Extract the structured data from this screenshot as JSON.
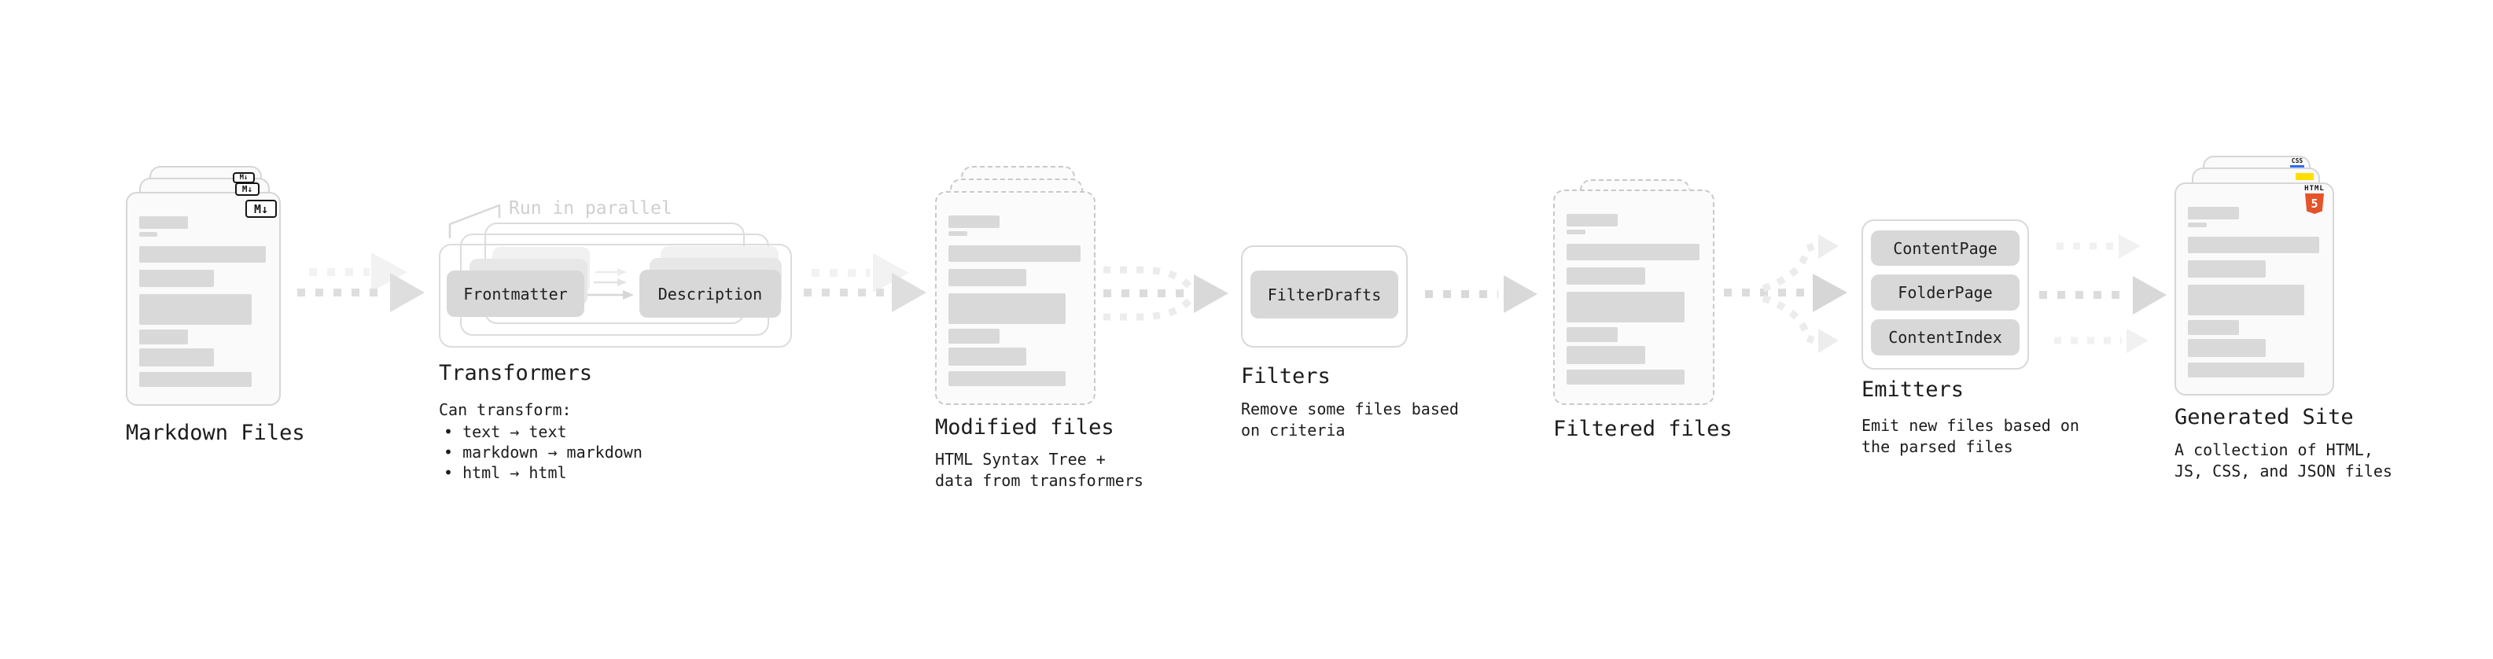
{
  "stages": {
    "markdown_files": {
      "label": "Markdown Files",
      "badge": "M↓"
    },
    "transformers": {
      "label": "Transformers",
      "annotation": "Run in parallel",
      "nodes": [
        "Frontmatter",
        "Description"
      ],
      "caption_title": "Can transform:",
      "bullets": [
        "• text → text",
        "• markdown → markdown",
        "• html → html"
      ]
    },
    "modified_files": {
      "label": "Modified files",
      "caption_line1": "HTML Syntax Tree +",
      "caption_line2": "data from transformers"
    },
    "filters": {
      "label": "Filters",
      "node": "FilterDrafts",
      "caption_line1": "Remove some files based",
      "caption_line2": "on criteria"
    },
    "filtered_files": {
      "label": "Filtered files"
    },
    "emitters": {
      "label": "Emitters",
      "nodes": [
        "ContentPage",
        "FolderPage",
        "ContentIndex"
      ],
      "caption_line1": "Emit new files based on",
      "caption_line2": "the parsed files"
    },
    "generated_site": {
      "label": "Generated Site",
      "caption_line1": "A collection of HTML,",
      "caption_line2": "JS, CSS, and JSON files",
      "badge_css": "CSS",
      "badge_html": "HTML",
      "badge_html_number": "5"
    }
  },
  "colors": {
    "html5_orange": "#E5532A",
    "js_yellow": "#FFDF00",
    "css_blue": "#2F6DF0",
    "arrow_gray": "#DEDEDE",
    "arrow_light": "#F2F2F2"
  }
}
